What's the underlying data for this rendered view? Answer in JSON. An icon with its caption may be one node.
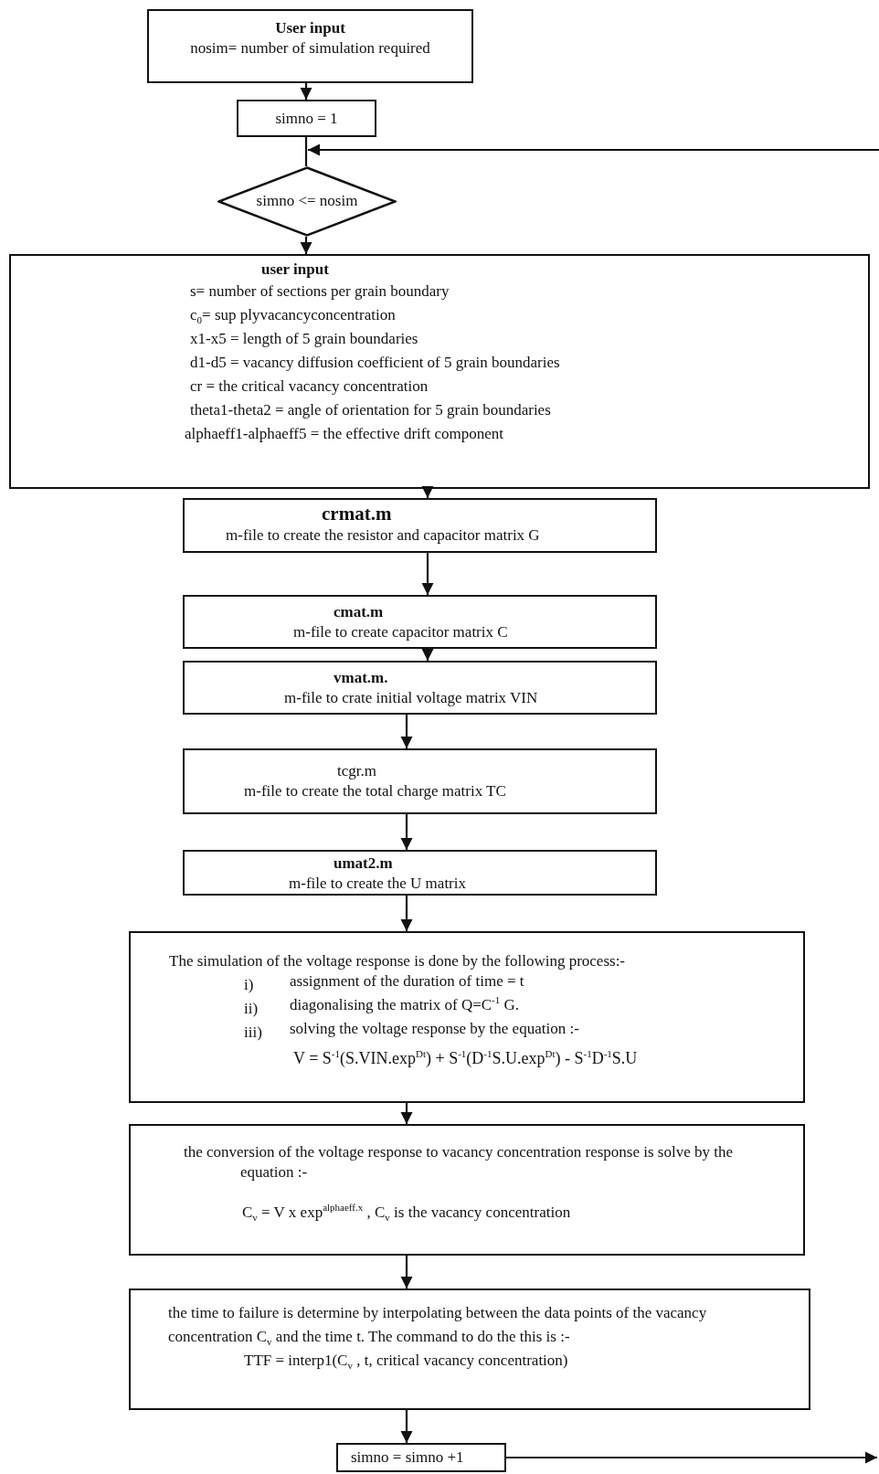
{
  "diagram": {
    "nodes": [
      {
        "text": [
          "User input",
          "nosim=  number of simulation required"
        ]
      },
      {
        "text": [
          "simno = 1"
        ]
      },
      {
        "text": [
          "simno <= nosim"
        ]
      },
      {
        "text": [
          "user input",
          "s= number of sections per grain boundary",
          "c$_{0}$= sup plyvacancyconcentration",
          "x1-x5 =  length of  5 grain boundaries",
          "d1-d5 =  vacancy diffusion coefficient of 5 grain boundaries",
          "cr  =  the critical vacancy concentration",
          "theta1-theta2 =  angle of  orientation for 5 grain boundaries",
          "alphaeff1-alphaeff5 =   the effective drift component"
        ]
      },
      {
        "text": [
          "crmat.m",
          "m-file to create the resistor and capacitor    matrix G"
        ]
      },
      {
        "text": [
          "cmat.m",
          "m-file to create capacitor  matrix C"
        ]
      },
      {
        "text": [
          "vmat.m.",
          "m-file to crate initial voltage matrix VIN"
        ]
      },
      {
        "text": [
          "tcgr.m",
          "m-file to create the total charge matrix TC"
        ]
      },
      {
        "text": [
          "umat2.m",
          "m-file to create  the U matrix"
        ]
      },
      {
        "text": [
          "The simulation  of the voltage response is done by the following process:-",
          "i)",
          "assignment of  the duration of  time = t",
          "ii)",
          "diagonalising the   matrix of  Q=C$^{-1}$ G.",
          "iii)",
          "solving the voltage response by the equation :-",
          "V = S$^{-1}$(S.VIN.exp$^{Dt}$) + S$^{-1}$(D$^{-1}$S.U.exp$^{Dt}$) - S$^{-1}$D$^{-1}$S.U"
        ]
      },
      {
        "text": [
          "the conversion of the voltage response to vacancy concentration response is solve by the equation :-",
          "C$_{v}$ = V x exp$^{alphaeff.x}$  , C$_{v}$ is the vacancy concentration"
        ]
      },
      {
        "text": [
          "the time to failure is determine by interpolating between the data points of the vacancy  concentration  C$_{v}$ and the time t. The command to do the this is :-",
          "TTF = interp1(C$_{v}$ , t, critical vacancy concentration)"
        ]
      },
      {
        "text": [
          "simno = simno +1"
        ]
      }
    ],
    "edges": [
      {
        "from": 0,
        "to": 1,
        "arrow": "to"
      },
      {
        "from": 1,
        "to": 2,
        "arrow": "none"
      },
      {
        "from": 2,
        "to": 3,
        "arrow": "to"
      },
      {
        "from": 3,
        "to": 4,
        "arrow": "to"
      },
      {
        "from": 4,
        "to": 5,
        "arrow": "to"
      },
      {
        "from": 5,
        "to": 6,
        "arrow": "to"
      },
      {
        "from": 6,
        "to": 7,
        "arrow": "to"
      },
      {
        "from": 7,
        "to": 8,
        "arrow": "to"
      },
      {
        "from": 8,
        "to": 9,
        "arrow": "to"
      },
      {
        "from": 9,
        "to": 10,
        "arrow": "to"
      },
      {
        "from": 10,
        "to": 11,
        "arrow": "to"
      },
      {
        "from": 11,
        "to": 12,
        "arrow": "to"
      },
      {
        "from": 12,
        "to": null,
        "arrow": "to"
      },
      {
        "from": null,
        "to": 2,
        "arrow": "to"
      }
    ]
  }
}
